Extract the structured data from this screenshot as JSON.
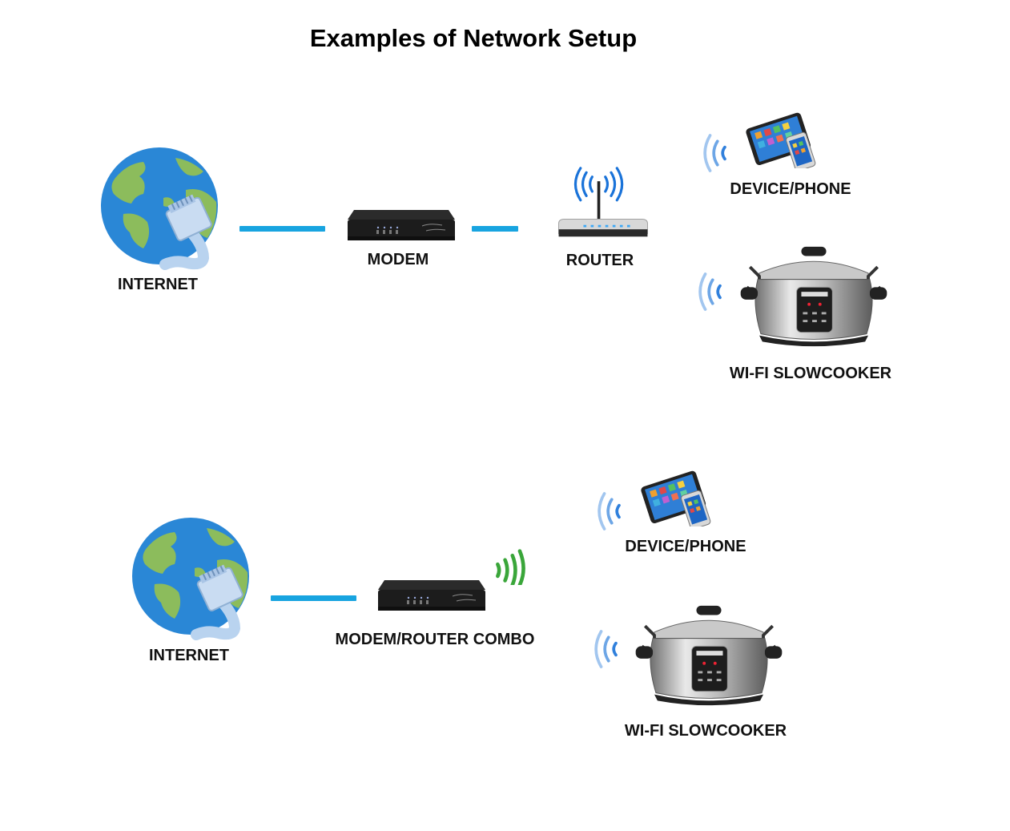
{
  "title": "Examples of Network Setup",
  "setup1": {
    "internet_label": "INTERNET",
    "modem_label": "MODEM",
    "router_label": "ROUTER",
    "device_label": "DEVICE/PHONE",
    "slowcooker_label": "WI-FI SLOWCOOKER"
  },
  "setup2": {
    "internet_label": "INTERNET",
    "combo_label": "MODEM/ROUTER COMBO",
    "device_label": "DEVICE/PHONE",
    "slowcooker_label": "WI-FI SLOWCOOKER"
  },
  "colors": {
    "link": "#18a4e0",
    "wifi_blue": "#1a73d9",
    "wifi_green": "#3aa63a",
    "ocean": "#2a87d6",
    "land": "#8cbc5c"
  },
  "icons": {
    "internet": "globe-with-ethernet-icon",
    "modem": "modem-icon",
    "router": "wifi-router-icon",
    "device": "tablet-phone-icon",
    "slowcooker": "slow-cooker-icon",
    "wifi": "wifi-signal-icon"
  }
}
